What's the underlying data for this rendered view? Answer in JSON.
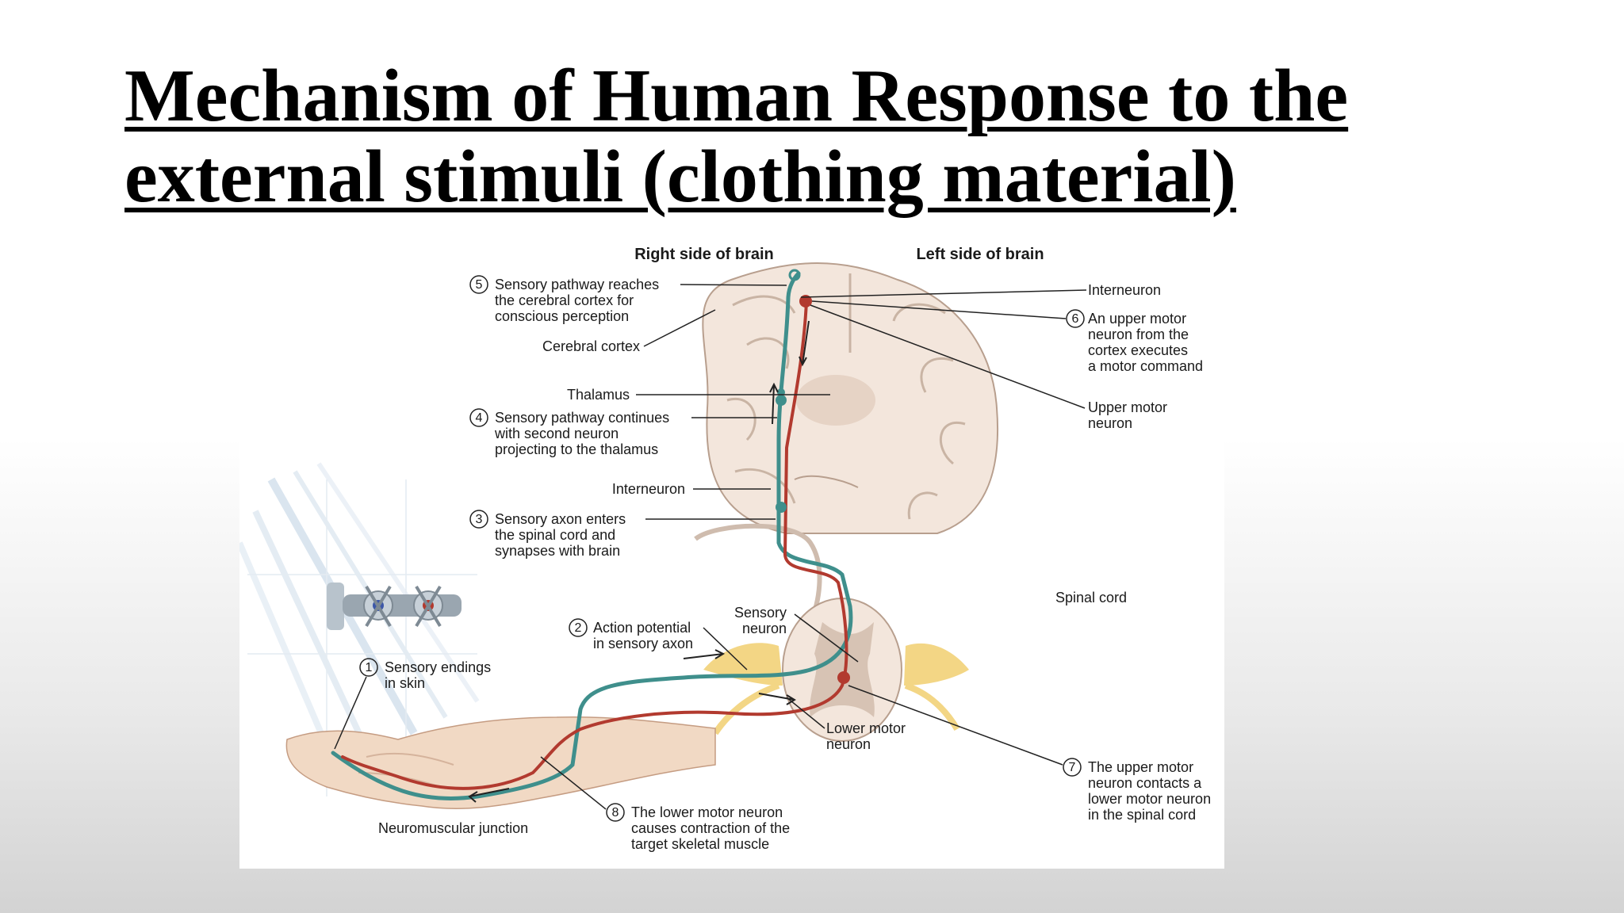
{
  "slide": {
    "title_line1": "Mechanism of Human Response to the",
    "title_line2": "external stimuli (clothing material)"
  },
  "diagram": {
    "header_right": "Right side of brain",
    "header_left": "Left side of brain",
    "colors": {
      "sensory_pathway": "#3f8f8c",
      "motor_pathway": "#b23a2f",
      "tissue": "#f3e6dc",
      "arm": "#f1d9c4"
    },
    "labels": {
      "step5": {
        "num": "5",
        "lines": [
          "Sensory pathway reaches",
          "the cerebral cortex for",
          "conscious perception"
        ]
      },
      "cerebral_cortex": "Cerebral cortex",
      "thalamus": "Thalamus",
      "step4": {
        "num": "4",
        "lines": [
          "Sensory pathway continues",
          "with second neuron",
          "projecting to the thalamus"
        ]
      },
      "interneuron_left": "Interneuron",
      "step3": {
        "num": "3",
        "lines": [
          "Sensory axon enters",
          "the spinal cord and",
          "synapses with brain"
        ]
      },
      "interneuron_right": "Interneuron",
      "step6": {
        "num": "6",
        "lines": [
          "An upper motor",
          "neuron from the",
          "cortex executes",
          "a motor command"
        ]
      },
      "upper_motor_neuron": [
        "Upper motor",
        "neuron"
      ],
      "spinal_cord": "Spinal cord",
      "sensory_neuron": [
        "Sensory",
        "neuron"
      ],
      "step2": {
        "num": "2",
        "lines": [
          "Action potential",
          "in sensory axon"
        ]
      },
      "step1": {
        "num": "1",
        "lines": [
          "Sensory endings",
          "in skin"
        ]
      },
      "lower_motor_neuron": [
        "Lower motor",
        "neuron"
      ],
      "step7": {
        "num": "7",
        "lines": [
          "The upper motor",
          "neuron contacts a",
          "lower motor neuron",
          "in the spinal cord"
        ]
      },
      "neuromuscular_junction": "Neuromuscular junction",
      "step8": {
        "num": "8",
        "lines": [
          "The  lower motor neuron",
          "causes contraction of the",
          "target skeletal muscle"
        ]
      }
    }
  }
}
